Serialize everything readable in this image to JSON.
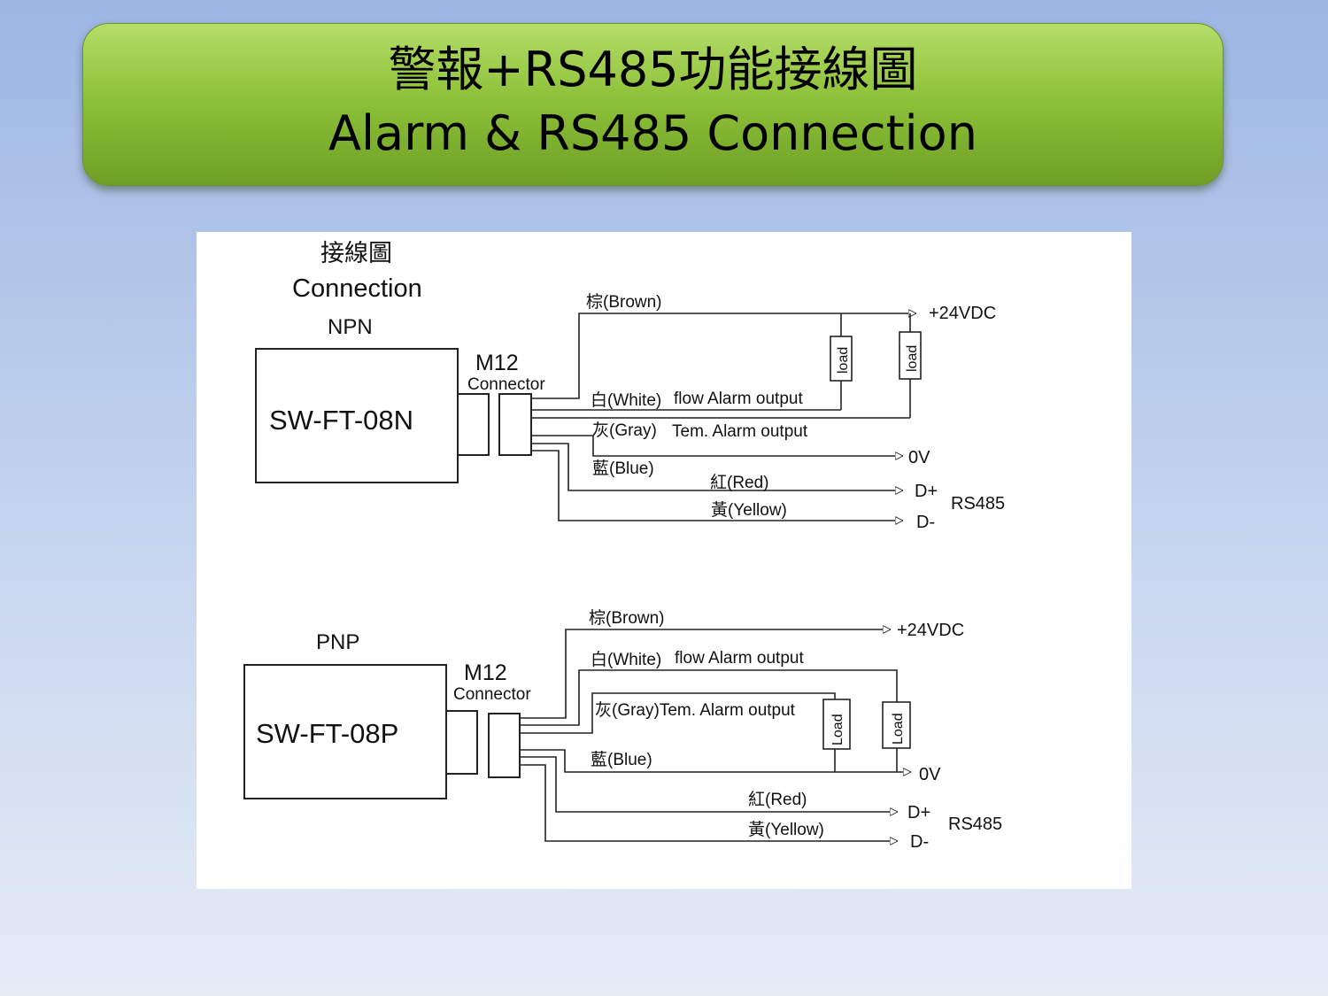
{
  "title": {
    "line1": "警報+RS485功能接線圖",
    "line2": "Alarm & RS485 Connection"
  },
  "diagram": {
    "heading_cn": "接線圖",
    "heading_en": "Connection",
    "npn": {
      "type_label": "NPN",
      "device": "SW-FT-08N",
      "m12": "M12",
      "connector": "Connector",
      "brown": "棕(Brown)",
      "v24": "+24VDC",
      "load1": "load",
      "load2": "load",
      "white": "白(White)",
      "flow_alarm": "flow Alarm output",
      "gray": "灰(Gray)",
      "tem_alarm": "Tem. Alarm output",
      "v0": "0V",
      "blue": "藍(Blue)",
      "red": "紅(Red)",
      "dplus": "D+",
      "rs485": "RS485",
      "yellow": "黃(Yellow)",
      "dminus": "D-"
    },
    "pnp": {
      "type_label": "PNP",
      "device": "SW-FT-08P",
      "m12": "M12",
      "connector": "Connector",
      "brown": "棕(Brown)",
      "v24": "+24VDC",
      "white": "白(White)",
      "flow_alarm": "flow Alarm output",
      "gray_tem": "灰(Gray)Tem. Alarm output",
      "load1": "Load",
      "load2": "Load",
      "blue": "藍(Blue)",
      "v0": "0V",
      "red": "紅(Red)",
      "dplus": "D+",
      "rs485": "RS485",
      "yellow": "黃(Yellow)",
      "dminus": "D-"
    }
  }
}
